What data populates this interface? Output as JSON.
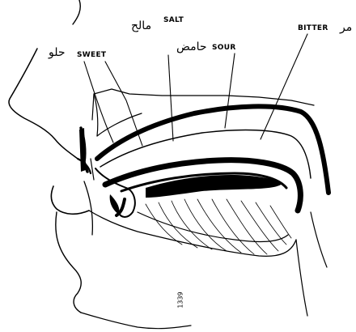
{
  "labels": {
    "sweet": {
      "en": "SWEET",
      "ar": "حلو"
    },
    "salt": {
      "en": "SALT",
      "ar": "مالح"
    },
    "sour": {
      "en": "SOUR",
      "ar": "حامض"
    },
    "bitter": {
      "en": "BITTER",
      "ar": "مر"
    }
  },
  "figure_number": "1339",
  "colors": {
    "ink": "#000000",
    "paper": "#ffffff"
  }
}
